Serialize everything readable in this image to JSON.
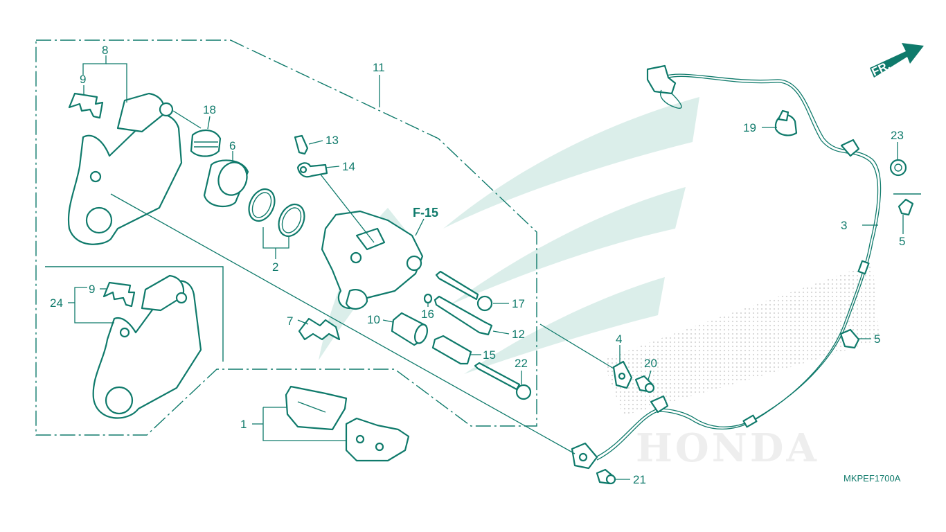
{
  "diagram": {
    "reference": "F-15",
    "diagram_code": "MKPEF1700A",
    "direction_label": "FR.",
    "watermark": "HONDA",
    "callouts": [
      "1",
      "2",
      "3",
      "4",
      "5",
      "6",
      "7",
      "8",
      "9",
      "10",
      "11",
      "12",
      "13",
      "14",
      "15",
      "16",
      "17",
      "18",
      "19",
      "20",
      "21",
      "22",
      "23",
      "24"
    ]
  },
  "colors": {
    "line": "#0f7a6b",
    "watermark": "#dbeeea"
  }
}
